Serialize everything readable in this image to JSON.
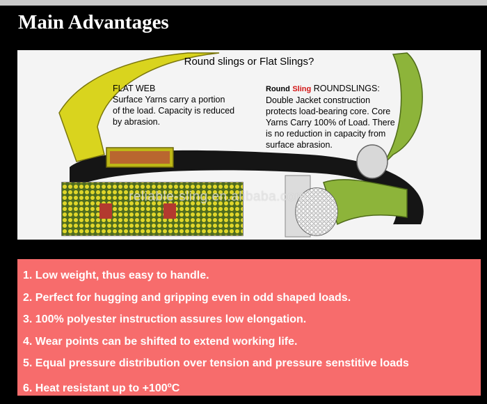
{
  "header": {
    "title": "Main Advantages"
  },
  "illustration": {
    "title": "Round slings or Flat Slings?",
    "flat_web": {
      "heading": "FLAT WEB",
      "lines": [
        "Surface Yarns carry a portion",
        "of the load. Capacity is reduced",
        "by abrasion."
      ]
    },
    "roundslings": {
      "brand_round": "Round",
      "brand_sling": "Sling",
      "heading": "ROUNDSLINGS:",
      "lines": [
        "Double Jacket construction",
        "protects load-bearing core. Core",
        "Yarns Carry 100% of Load. There",
        "is no reduction in capacity from",
        "surface abrasion."
      ]
    },
    "watermark": "reliable-sling.en.alibaba.com"
  },
  "advantages": {
    "items": [
      "1. Low weight, thus easy to handle.",
      "2. Perfect for hugging and gripping even in odd shaped loads.",
      "3. 100% polyester instruction assures low elongation.",
      "4. Wear points can be shifted to extend working life.",
      "5. Equal pressure distribution over tension and pressure senstitive loads"
    ],
    "last_item_prefix": "6. Heat resistant up to +100",
    "last_item_degree": "o",
    "last_item_suffix": "C"
  },
  "colors": {
    "background": "#000000",
    "panel": "#f76c6c",
    "yellow_web": "#d9d41e",
    "green_sling": "#8db43a",
    "brand_red": "#d21414"
  }
}
